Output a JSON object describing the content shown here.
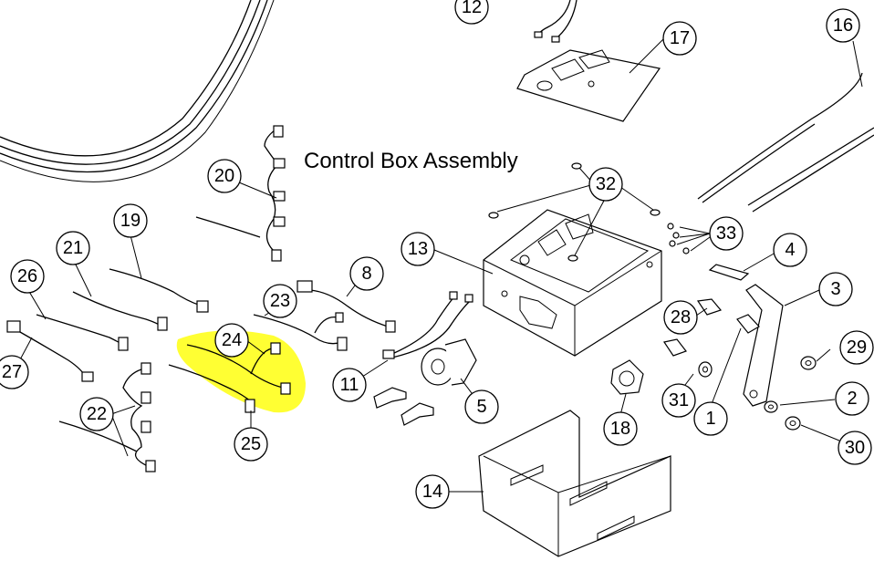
{
  "title": "Control Box Assembly",
  "highlight_color": "#ffff33",
  "callouts": {
    "c1": "1",
    "c2": "2",
    "c3": "3",
    "c4": "4",
    "c5": "5",
    "c8": "8",
    "c11": "11",
    "c12": "12",
    "c13": "13",
    "c14": "14",
    "c16": "16",
    "c17": "17",
    "c18": "18",
    "c19": "19",
    "c20": "20",
    "c21": "21",
    "c22": "22",
    "c23": "23",
    "c24": "24",
    "c25": "25",
    "c26": "26",
    "c27": "27",
    "c28": "28",
    "c29": "29",
    "c30": "30",
    "c31": "31",
    "c32": "32",
    "c33": "33"
  }
}
